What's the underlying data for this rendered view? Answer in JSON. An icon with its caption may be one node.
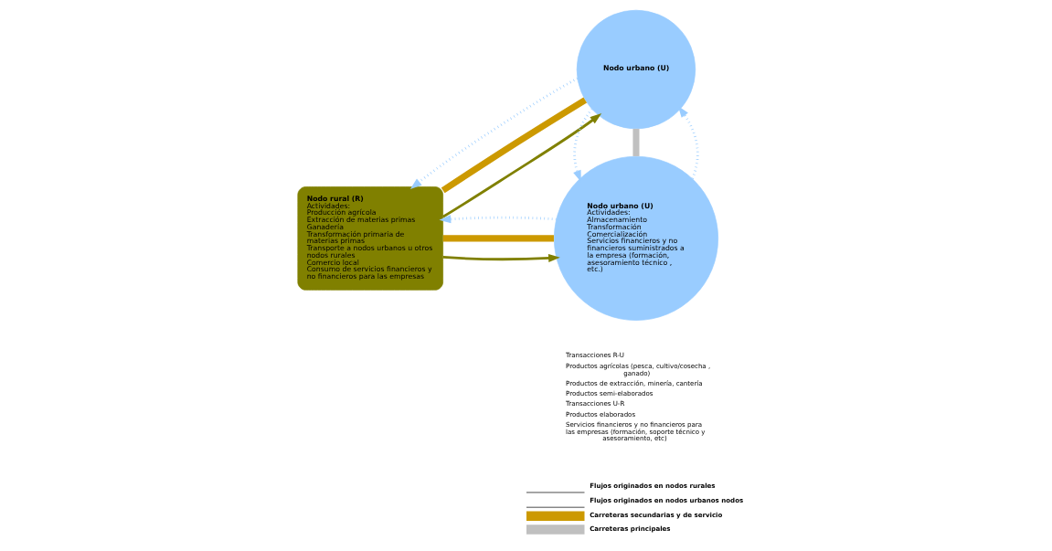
{
  "diagram": {
    "nodes": [
      {
        "text": [
          "Nodo rural (R)",
          "Actividades:",
          "Producción agrícola",
          "Extracción de materias primas",
          "Ganadería",
          "Transformación primaria de materias primas",
          "Transporte a nodos urbanos u otros nodos rurales",
          "Comercio local",
          "Consumo de servicios financieros y no financieros para las empresas"
        ]
      },
      {
        "text": [
          "Nodo urbano (U)",
          "Actividades:",
          "Almacenamiento",
          "Transformación",
          "Comercialización",
          "Servicios financieros y no financieros suministrados a la empresa (formación, asesoramiento técnico , etc.)"
        ]
      },
      {
        "text": [
          "Nodo urbano (U)"
        ]
      }
    ],
    "edges": [
      {
        "from": 0,
        "to": 1,
        "arrow": "to",
        "color": "#808000"
      },
      {
        "from": 0,
        "to": 1,
        "arrow": "none",
        "style": "thick",
        "color": "#cc9900"
      },
      {
        "from": 1,
        "to": 0,
        "arrow": "to",
        "style": "dashed",
        "color": "#99ccff"
      },
      {
        "from": 0,
        "to": 2,
        "arrow": "to",
        "color": "#808000"
      },
      {
        "from": 0,
        "to": 2,
        "arrow": "none",
        "style": "thick",
        "color": "#cc9900"
      },
      {
        "from": 2,
        "to": 0,
        "arrow": "to",
        "style": "dashed",
        "color": "#99ccff"
      },
      {
        "from": 1,
        "to": 2,
        "arrow": "to",
        "style": "dashed",
        "color": "#99ccff"
      },
      {
        "from": 1,
        "to": 2,
        "arrow": "none",
        "style": "thick",
        "color": "#c0c0c0"
      },
      {
        "from": 2,
        "to": 1,
        "arrow": "to",
        "style": "dashed",
        "color": "#99ccff"
      }
    ],
    "labels": [
      "Transacciones R-U",
      "Productos agrícolas (pesca, cultivo/cosecha , ganado)",
      "Productos de extracción, minería, cantería",
      "Productos semi-elaborados",
      "Transacciones U-R",
      "Productos elaborados",
      "Servicios financieros y no financieros para las empresas (formación, soporte técnico y asesoramiento, etc)"
    ],
    "legend": [
      {
        "text": "Flujos originados en nodos rurales"
      },
      {
        "text": "Flujos originados en nodos urbanos nodos"
      },
      {
        "text": "Carreteras secundarias y de servicio",
        "color": "#cc9900"
      },
      {
        "text": "Carreteras principales",
        "color": "#c0c0c0"
      }
    ]
  }
}
